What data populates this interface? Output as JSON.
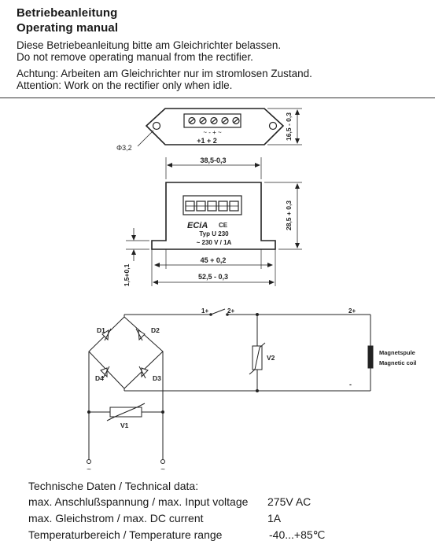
{
  "header": {
    "title_de": "Betriebeanleitung",
    "title_en": "Operating manual",
    "note_de": "Diese Betriebeanleitung bitte am Gleichrichter belassen.",
    "note_en": "Do not remove operating manual from the rectifier.",
    "warning_de": "Achtung: Arbeiten am Gleichrichter nur im stromlosen Zustand.",
    "warning_en": "Attention: Work on the rectifier only when idle."
  },
  "drawing": {
    "top_view": {
      "hole_label": "Φ3,2",
      "height_dim": "16,5 - 0,3",
      "terminal_marks": "~ - + ~",
      "terminal_label": "+1 + 2"
    },
    "front_view": {
      "width_top_dim": "38,5-0,3",
      "height_dim": "28,5 + 0,3",
      "base_thickness_dim": "1,5+0,1",
      "width_mid_dim": "45 + 0,2",
      "width_total_dim": "52,5 - 0,3",
      "brand": "ECiA",
      "ce_mark": "CE",
      "type_label": "Typ U 230",
      "rating_label": "~ 230 V / 1A"
    },
    "circuit": {
      "d1": "D1",
      "d2": "D2",
      "d3": "D3",
      "d4": "D4",
      "v1": "V1",
      "v2": "V2",
      "switch_left": "1+",
      "switch_right": "2+",
      "output_plus": "2+",
      "output_minus": "-",
      "coil_de": "Magnetspule",
      "coil_en": "Magnetic coil",
      "ac_symbol": "~"
    }
  },
  "tech": {
    "title": "Technische Daten / Technical data:",
    "rows": [
      {
        "label": "max. Anschlußspannung / max. Input voltage",
        "value": "275V AC"
      },
      {
        "label": "max. Gleichstrom / max. DC current",
        "value": "1A"
      },
      {
        "label": "Temperaturbereich / Temperature range",
        "value": "-40...+85℃"
      }
    ]
  }
}
